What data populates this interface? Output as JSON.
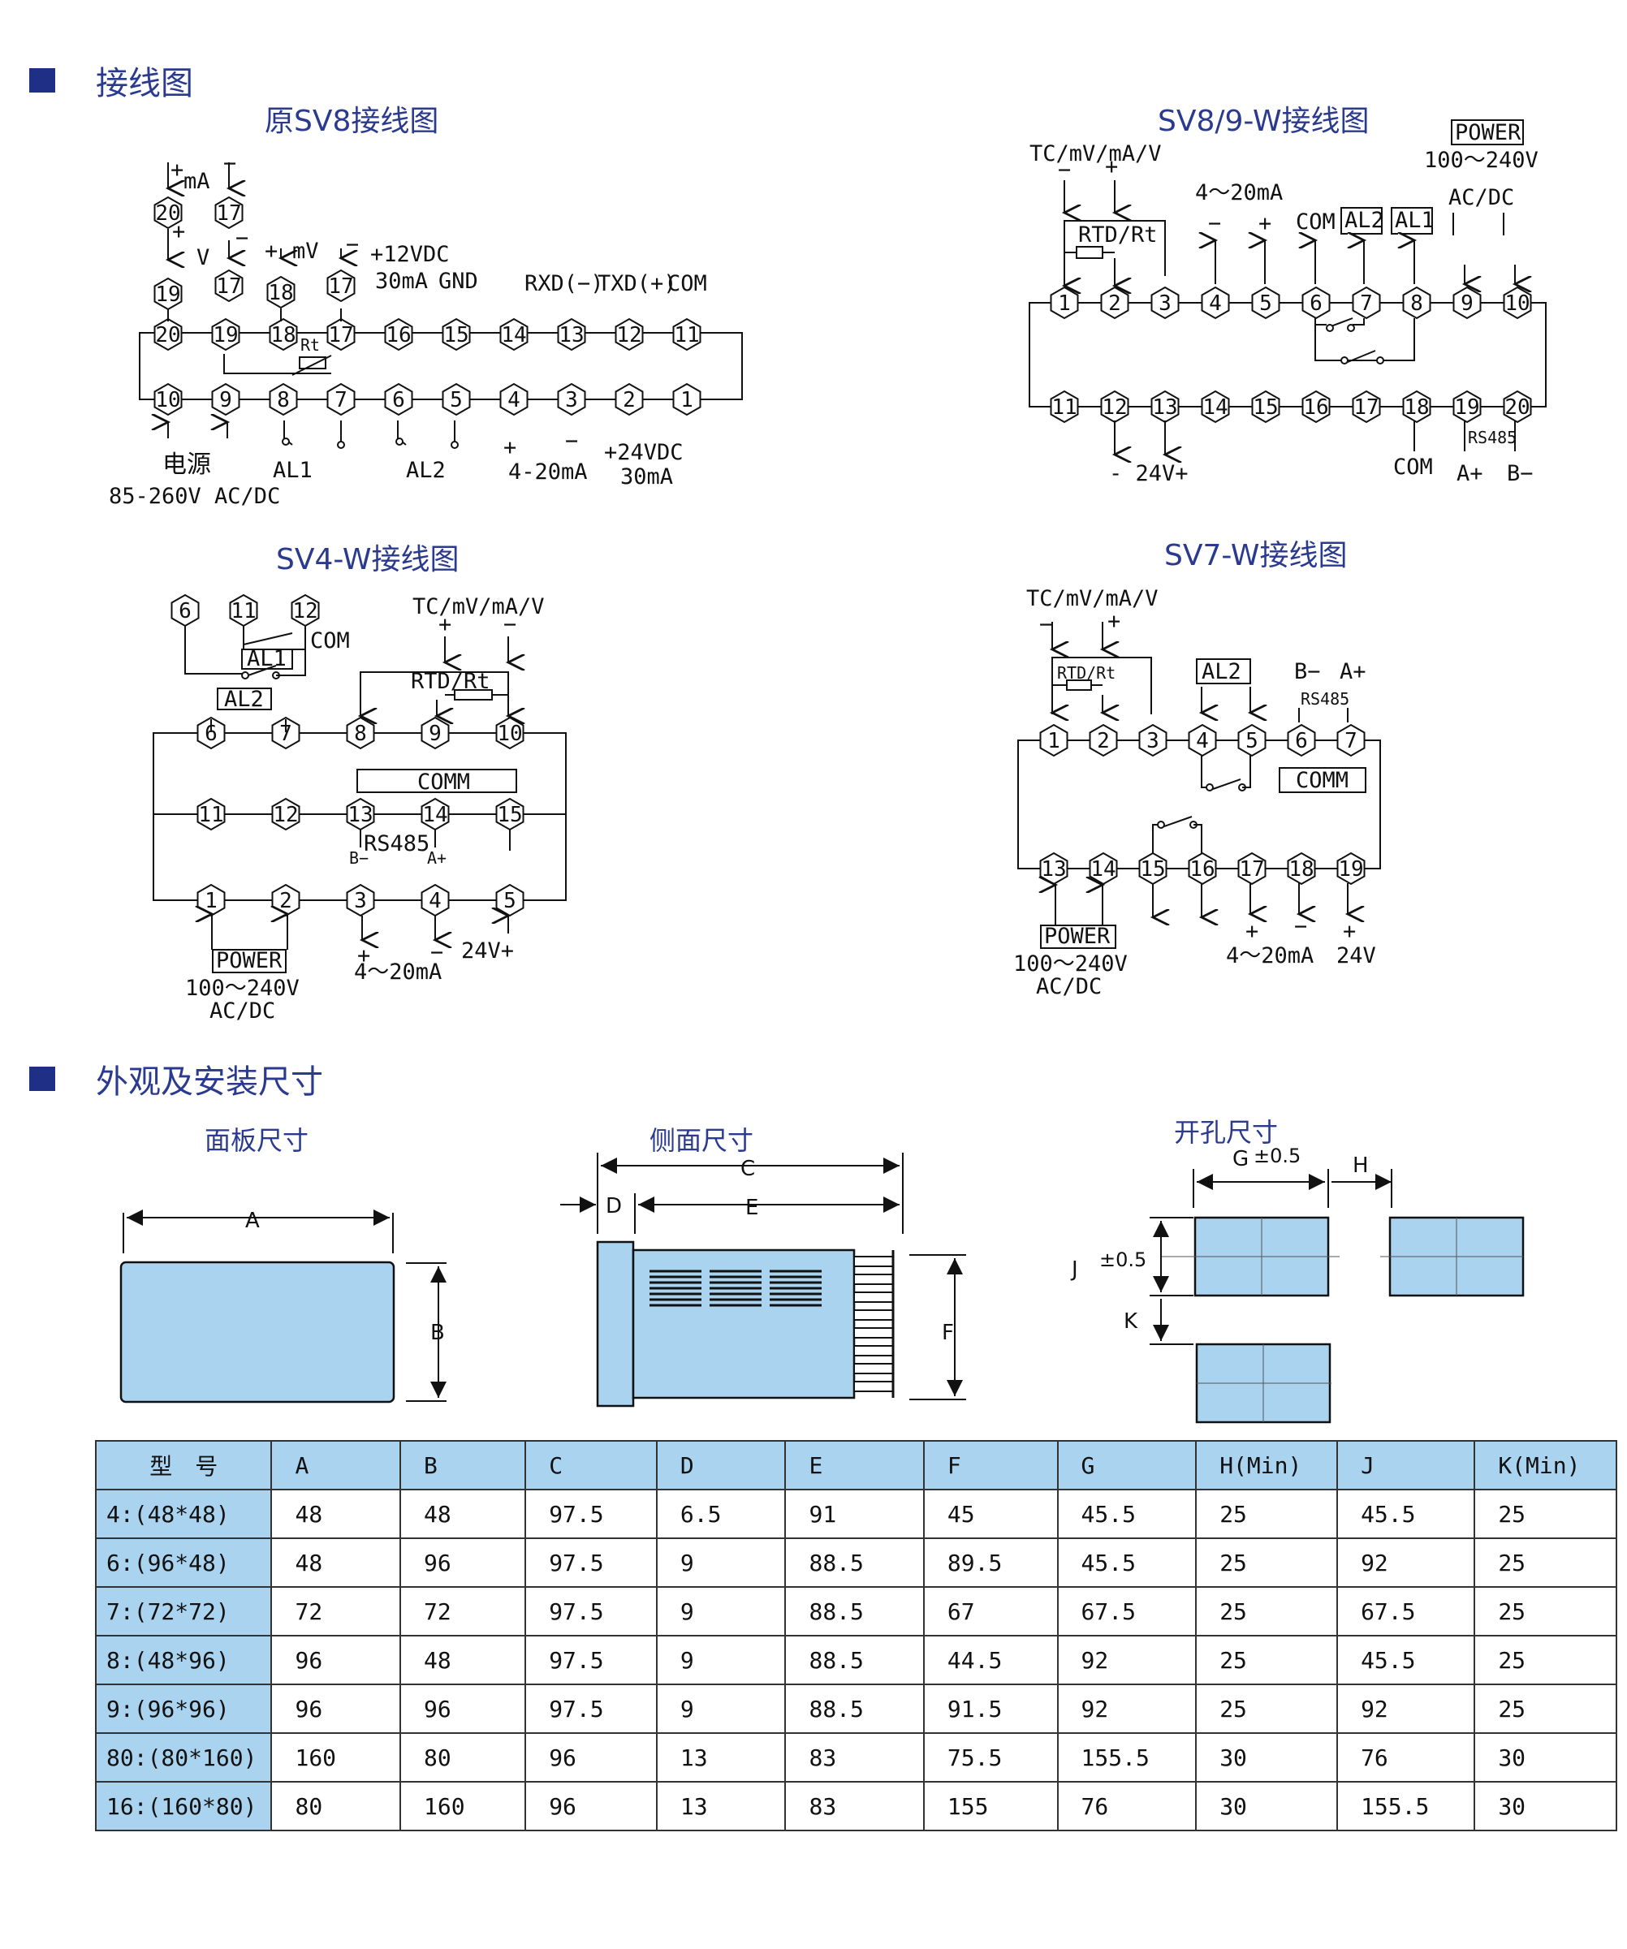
{
  "sections": {
    "wiring": "接线图",
    "dimensions": "外观及安装尺寸"
  },
  "diagrams": {
    "sv8_old": {
      "title": "原SV8接线图",
      "top_terminals": [
        "20",
        "19",
        "18",
        "17",
        "16",
        "15",
        "14",
        "13",
        "12",
        "11"
      ],
      "bottom_terminals": [
        "10",
        "9",
        "8",
        "7",
        "6",
        "5",
        "4",
        "3",
        "2",
        "1"
      ],
      "aux_terminals": [
        "20",
        "19",
        "17",
        "17",
        "18",
        "17"
      ],
      "labels": {
        "ma": "mA",
        "plus": "+",
        "minus": "−",
        "v": "V",
        "mv": "mV",
        "dc12": "+12VDC",
        "ma30": "30mA",
        "gnd": "GND",
        "rxd": "RXD(−)",
        "txd": "TXD(+)",
        "com": "COM",
        "rt": "Rt",
        "power": "电源",
        "power_range": "85-260V AC/DC",
        "al1": "AL1",
        "al2": "AL2",
        "out": "4-20mA",
        "dc24": "+24VDC",
        "ma30b": "30mA"
      }
    },
    "sv89w": {
      "title": "SV8/9-W接线图",
      "top_terminals": [
        "1",
        "2",
        "3",
        "4",
        "5",
        "6",
        "7",
        "8",
        "9",
        "10"
      ],
      "bottom_terminals": [
        "11",
        "12",
        "13",
        "14",
        "15",
        "16",
        "17",
        "18",
        "19",
        "20"
      ],
      "labels": {
        "input": "TC/mV/mA/V",
        "minus": "−",
        "plus": "+",
        "rtd": "RTD/Rt",
        "out": "4～20mA",
        "com": "COM",
        "al2": "AL2",
        "al1": "AL1",
        "power": "POWER",
        "power_range": "100～240V",
        "acdc": "AC/DC",
        "v24": "- 24V+",
        "com2": "COM",
        "rs485": "RS485",
        "a": "A+",
        "b": "B−"
      }
    },
    "sv4w": {
      "title": "SV4-W接线图",
      "row1": [
        "6",
        "7",
        "8",
        "9",
        "10"
      ],
      "row2": [
        "11",
        "12",
        "13",
        "14",
        "15"
      ],
      "row3": [
        "1",
        "2",
        "3",
        "4",
        "5"
      ],
      "top_terminals": [
        "6",
        "11",
        "12"
      ],
      "labels": {
        "com": "COM",
        "al1": "AL1",
        "al2": "AL2",
        "input": "TC/mV/mA/V",
        "plus": "+",
        "minus": "−",
        "rtd": "RTD/Rt",
        "comm": "COMM",
        "rs485": "RS485",
        "b": "B−",
        "a": "A+",
        "power": "POWER",
        "power_range": "100～240V",
        "acdc": "AC/DC",
        "out": "4～20mA",
        "v24": "24V+"
      }
    },
    "sv7w": {
      "title": "SV7-W接线图",
      "top_terminals": [
        "1",
        "2",
        "3",
        "4",
        "5",
        "6",
        "7"
      ],
      "bottom_terminals": [
        "13",
        "14",
        "15",
        "16",
        "17",
        "18",
        "19"
      ],
      "labels": {
        "input": "TC/mV/mA/V",
        "minus": "−",
        "plus": "+",
        "rtd": "RTD/Rt",
        "al2": "AL2",
        "b": "B−",
        "a": "A+",
        "rs485": "RS485",
        "comm": "COMM",
        "power": "POWER",
        "power_range": "100～240V",
        "acdc": "AC/DC",
        "out": "4～20mA",
        "v24": "24V"
      }
    }
  },
  "dimension_views": {
    "panel": {
      "title": "面板尺寸",
      "a": "A",
      "b": "B"
    },
    "side": {
      "title": "侧面尺寸",
      "c": "C",
      "d": "D",
      "e": "E",
      "f": "F"
    },
    "cutout": {
      "title": "开孔尺寸",
      "g": "G",
      "g_tol": "±0.5",
      "h": "H",
      "j": "J",
      "j_tol": "±0.5",
      "k": "K"
    }
  },
  "table": {
    "headers": [
      "型　号",
      "A",
      "B",
      "C",
      "D",
      "E",
      "F",
      "G",
      "H(Min)",
      "J",
      "K(Min)"
    ],
    "rows": [
      [
        "4:(48*48)",
        "48",
        "48",
        "97.5",
        "6.5",
        "91",
        "45",
        "45.5",
        "25",
        "45.5",
        "25"
      ],
      [
        "6:(96*48)",
        "48",
        "96",
        "97.5",
        "9",
        "88.5",
        "89.5",
        "45.5",
        "25",
        "92",
        "25"
      ],
      [
        "7:(72*72)",
        "72",
        "72",
        "97.5",
        "9",
        "88.5",
        "67",
        "67.5",
        "25",
        "67.5",
        "25"
      ],
      [
        "8:(48*96)",
        "96",
        "48",
        "97.5",
        "9",
        "88.5",
        "44.5",
        "92",
        "25",
        "45.5",
        "25"
      ],
      [
        "9:(96*96)",
        "96",
        "96",
        "97.5",
        "9",
        "88.5",
        "91.5",
        "92",
        "25",
        "92",
        "25"
      ],
      [
        "80:(80*160)",
        "160",
        "80",
        "96",
        "13",
        "83",
        "75.5",
        "155.5",
        "30",
        "76",
        "30"
      ],
      [
        "16:(160*80)",
        "80",
        "160",
        "96",
        "13",
        "83",
        "155",
        "76",
        "30",
        "155.5",
        "30"
      ]
    ]
  },
  "colors": {
    "accent": "#1f2f86",
    "title": "#2a3a8f",
    "fill": "#a9d3ef"
  }
}
